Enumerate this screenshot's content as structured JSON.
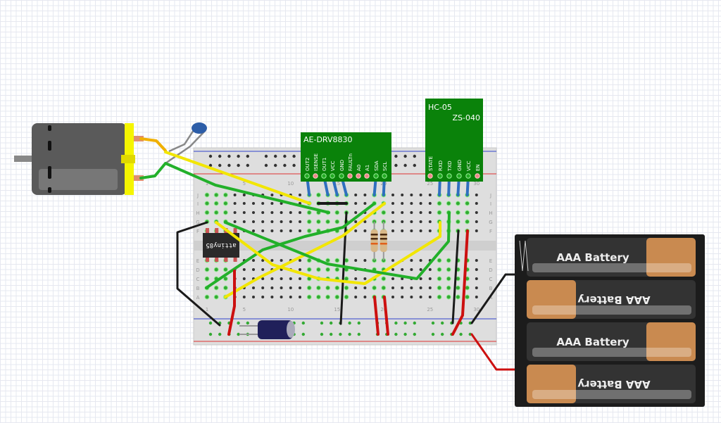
{
  "colors": {
    "wire_green": "#22b02a",
    "wire_yellow": "#f2e600",
    "wire_black": "#1a1a1a",
    "wire_red": "#cc1010",
    "wire_blue": "#2f6fbf",
    "board_green": "#0a820a",
    "motor_cap": "#f5f500",
    "breadboard": "#dedede"
  },
  "breadboard": {
    "row_letters_top": [
      "J",
      "I",
      "H",
      "G",
      "F"
    ],
    "row_letters_bottom": [
      "E",
      "D",
      "C",
      "B",
      "A"
    ],
    "column_numbers": [
      "1",
      "5",
      "10",
      "15",
      "20",
      "25",
      "30"
    ]
  },
  "drv8830": {
    "title": "AE-DRV8830",
    "pins": [
      "OUT2",
      "ISENSE",
      "OUT1",
      "VCC",
      "GND",
      "FAULTn",
      "A0",
      "A1",
      "SDA",
      "SCL"
    ]
  },
  "hc05": {
    "title": "HC-05",
    "subtitle": "ZS-040",
    "pins": [
      "STATE",
      "RXD",
      "TXD",
      "GND",
      "VCC",
      "EN"
    ]
  },
  "chip": {
    "label": "attiny85"
  },
  "battery": {
    "cells": [
      "AAA Battery",
      "AAA Battery",
      "AAA Battery",
      "AAA Battery"
    ]
  }
}
